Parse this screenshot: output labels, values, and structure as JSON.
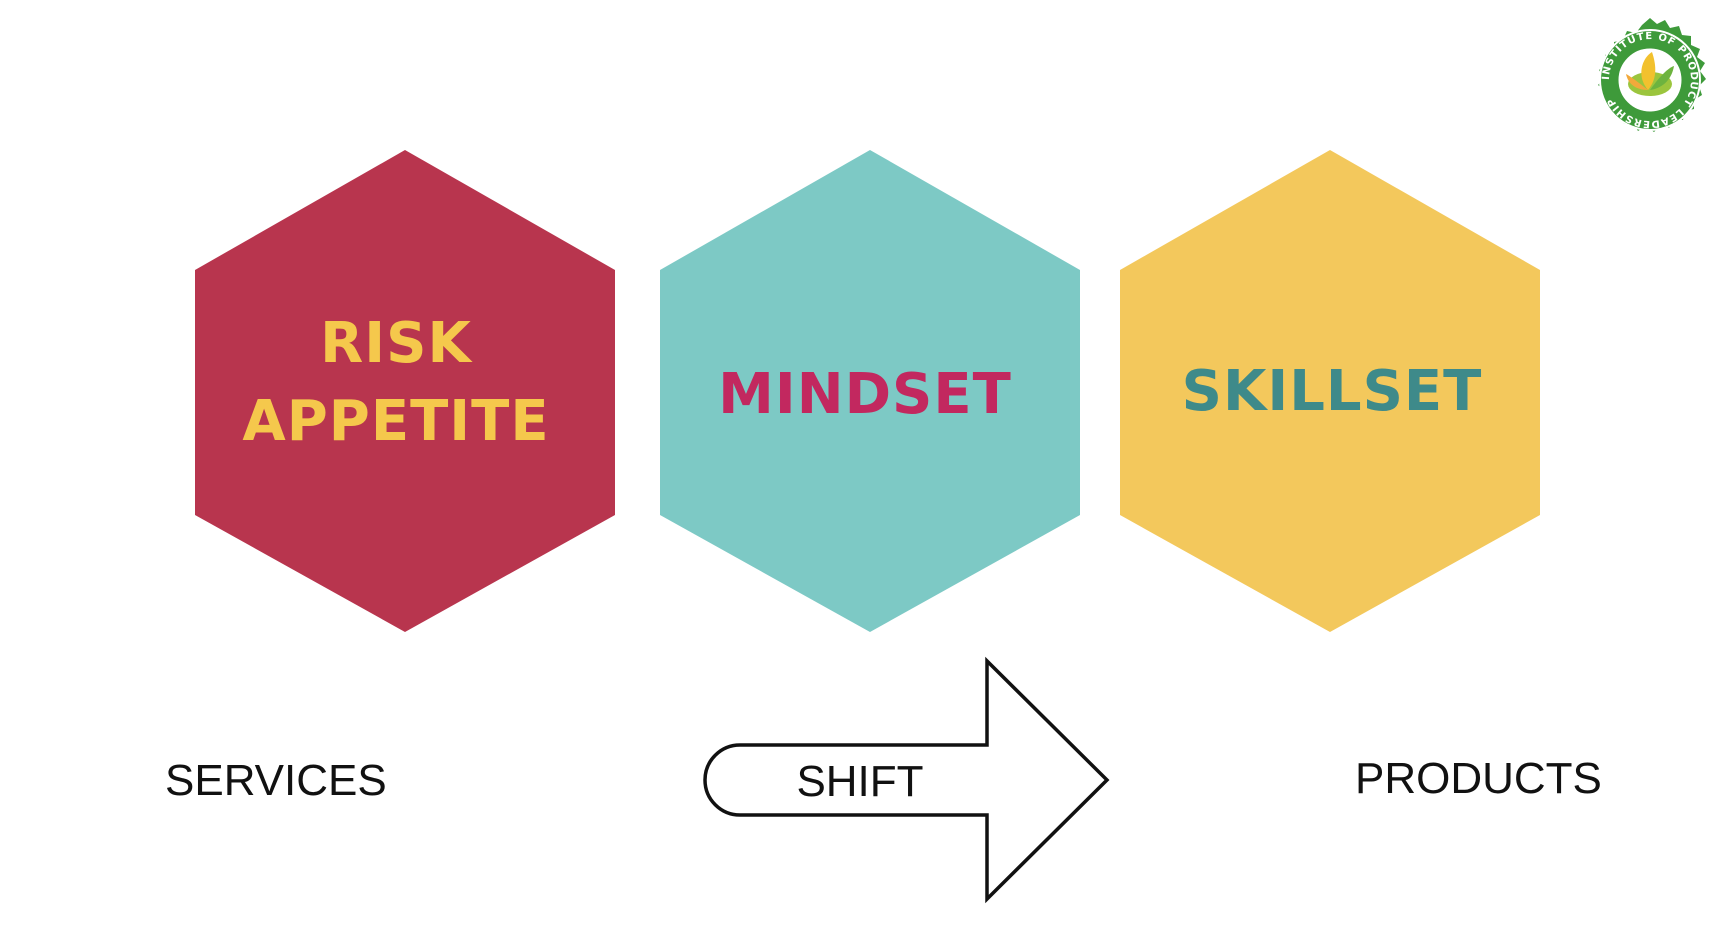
{
  "hexagons": {
    "risk": {
      "line1": "RISK",
      "line2": "APPETITE",
      "fill": "#B8354E",
      "text_color": "#F5C84C"
    },
    "mindset": {
      "label": "MINDSET",
      "fill": "#7DC9C5",
      "text_color": "#C2285F"
    },
    "skillset": {
      "label": "SKILLSET",
      "fill": "#F3C85C",
      "text_color": "#3E8A8A"
    }
  },
  "flow": {
    "from": "SERVICES",
    "arrow_label": "SHIFT",
    "to": "PRODUCTS"
  },
  "logo": {
    "text": "INSTITUTE OF PRODUCT LEADERSHIP",
    "ring_color": "#3E9A3A"
  }
}
